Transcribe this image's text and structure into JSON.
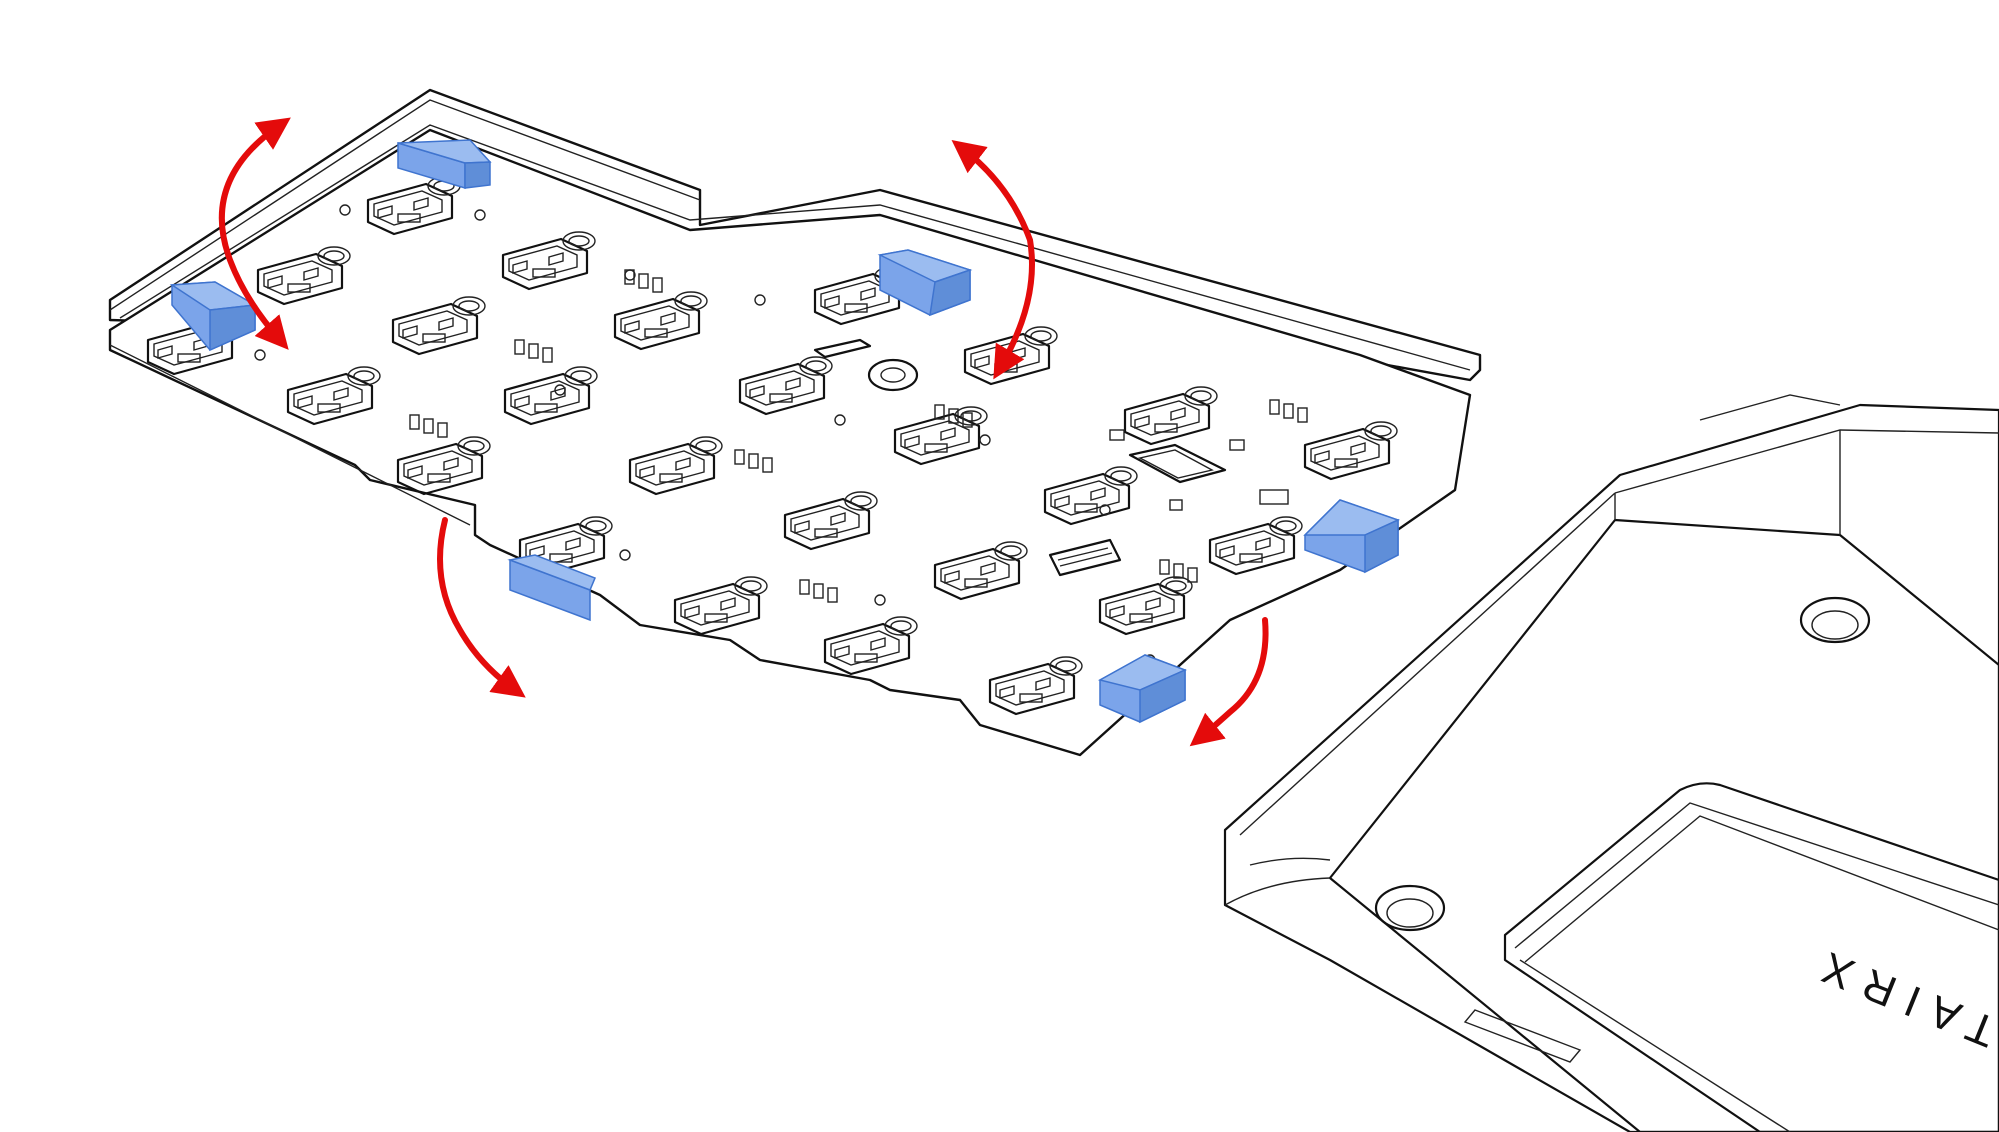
{
  "brand": {
    "case_engraving": "TAIRX"
  },
  "colors": {
    "foam_pad": "#7ba4ea",
    "foam_pad_edge": "#3f74cf",
    "motion_arrow": "#e40b0b",
    "line_art": "#111111",
    "background": "#ffffff"
  },
  "icons": {
    "foam_pad": "blue-foam-pad",
    "arrow": "red-curved-double-arrow"
  }
}
